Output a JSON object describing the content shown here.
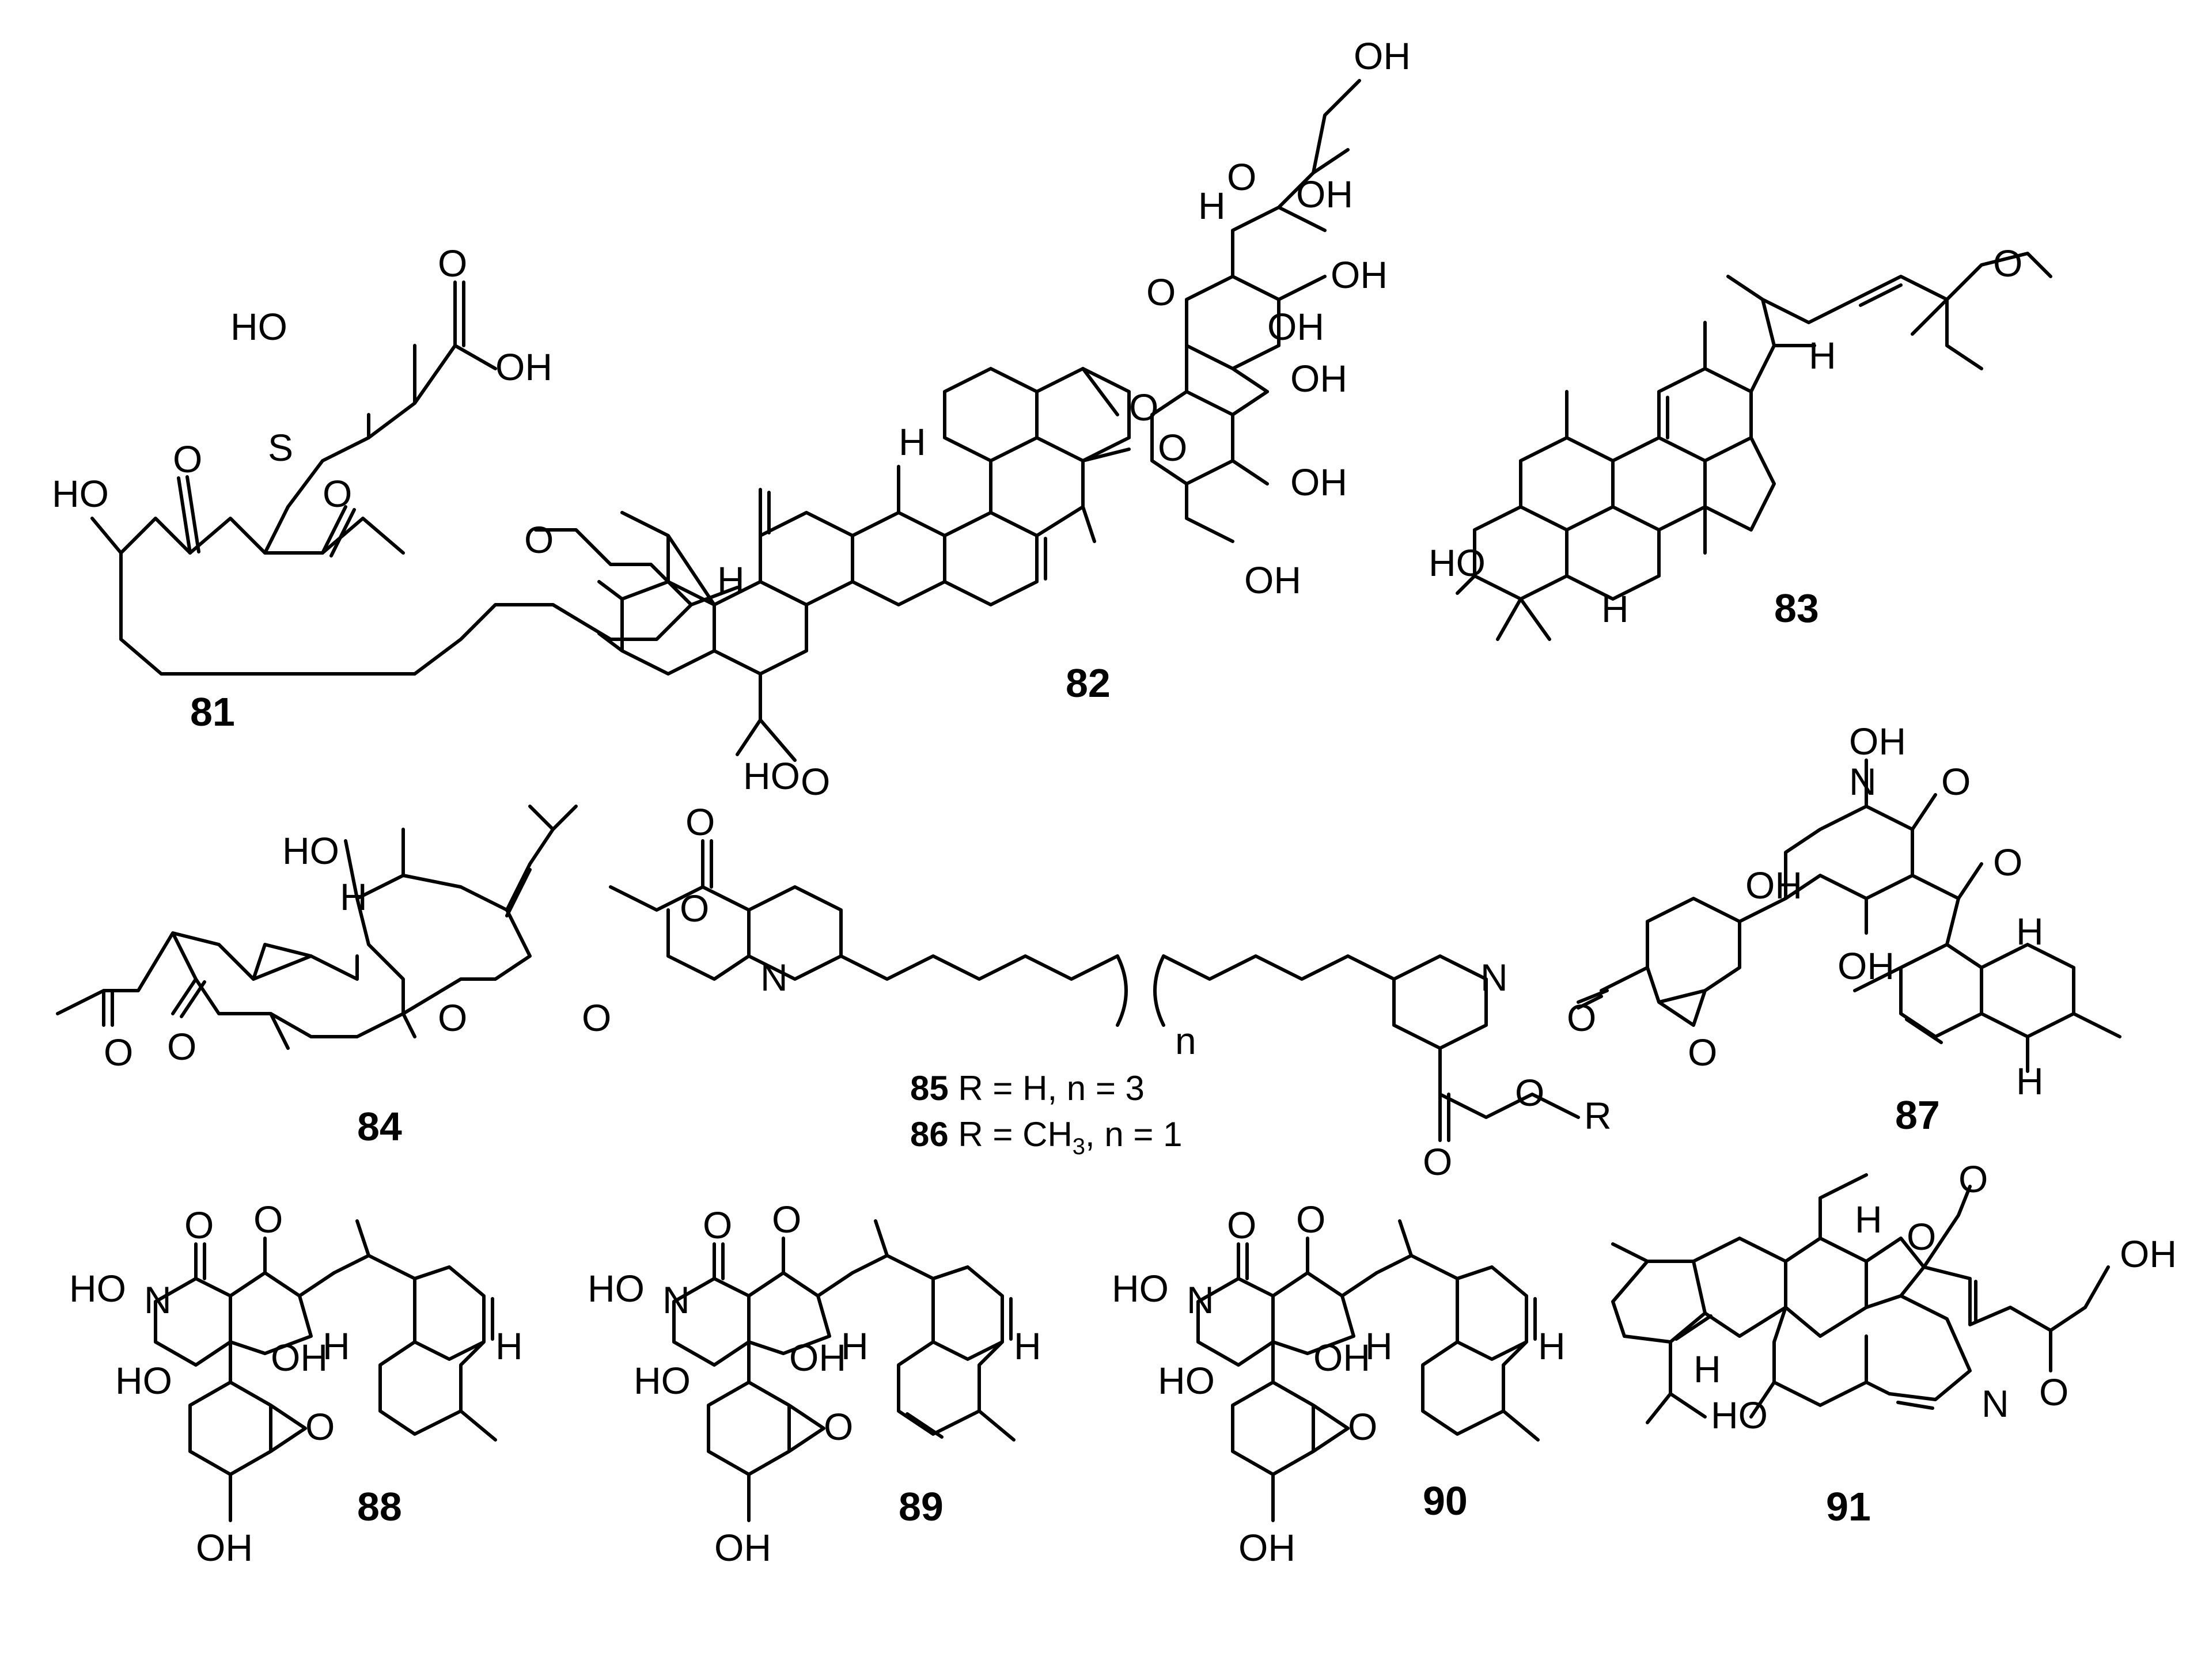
{
  "compounds": [
    {
      "id": "81"
    },
    {
      "id": "82"
    },
    {
      "id": "83"
    },
    {
      "id": "84"
    },
    {
      "id": "85",
      "r_group": "R = H, n = 3"
    },
    {
      "id": "86",
      "r_group_prefix": "R = CH",
      "r_group_sub": "3",
      "r_group_suffix": ", n = 1"
    },
    {
      "id": "87"
    },
    {
      "id": "88"
    },
    {
      "id": "89"
    },
    {
      "id": "90"
    },
    {
      "id": "91"
    }
  ],
  "atom_labels": {
    "OH": "OH",
    "HO": "HO",
    "O": "O",
    "S": "S",
    "N": "N",
    "H": "H",
    "R": "R",
    "n": "n"
  }
}
